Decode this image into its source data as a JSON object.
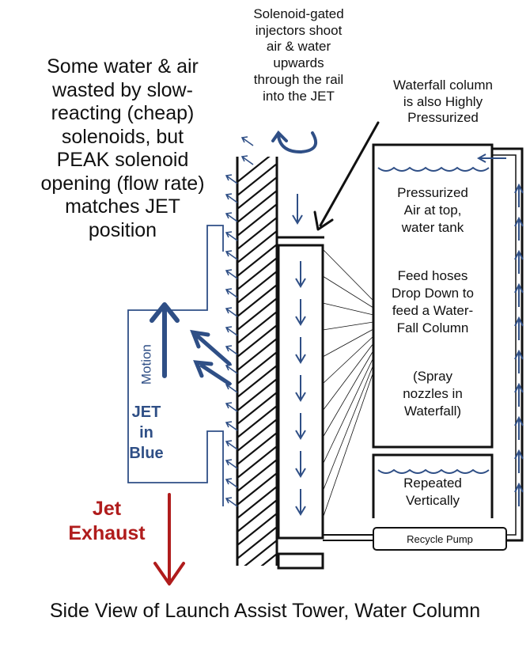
{
  "title": "Side View of Launch Assist Tower, Water Column",
  "annotations": {
    "waste_note": "Some water & air\nwasted by slow-\nreacting (cheap)\nsolenoids, but\nPEAK solenoid\nopening (flow rate)\nmatches JET\nposition",
    "injectors_note": "Solenoid-gated\ninjectors shoot\nair & water\nupwards\nthrough the rail\ninto the JET",
    "waterfall_note": "Waterfall column\nis also Highly\nPressurized"
  },
  "tank": {
    "top_label": "Pressurized\nAir at top,\nwater tank",
    "feed_label": "Feed hoses\nDrop Down to\nfeed a Water-\nFall Column",
    "spray_label": "(Spray\nnozzles in\nWaterfall)",
    "repeat_label": "Repeated\nVertically"
  },
  "pump_label": "Recycle Pump",
  "jet": {
    "label": "JET\nin\nBlue",
    "motion_label": "Motion",
    "exhaust_label": "Jet\nExhaust"
  },
  "colors": {
    "jet_blue": "#2f4f86",
    "exhaust_red": "#b01c1c",
    "line": "#111111"
  }
}
